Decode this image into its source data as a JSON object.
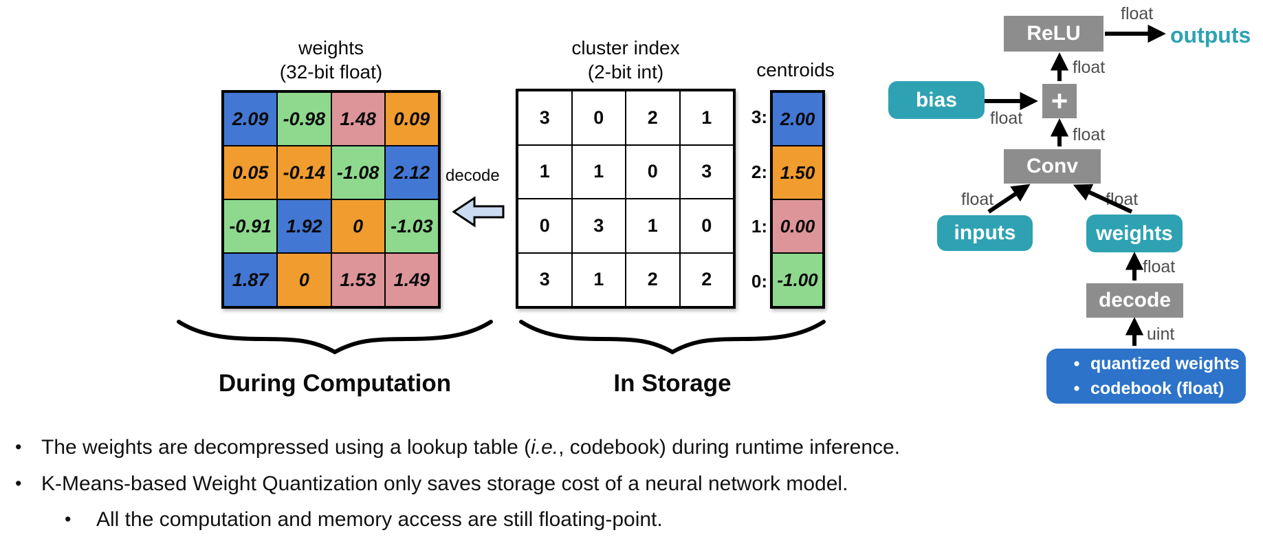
{
  "palette": {
    "blue": "#4377D4",
    "orange": "#F09C2F",
    "green": "#8ED98E",
    "pink": "#DD959A",
    "teal": "#2EA2B2",
    "gray": "#8D8D8D",
    "deep_blue": "#2C73C9",
    "arrow_fill": "#CBDCF2",
    "edge_label_gray": "#4d4d4d"
  },
  "weights_table": {
    "title": [
      "weights",
      "(32-bit float)"
    ],
    "rows": [
      [
        {
          "value": "2.09",
          "color": "blue"
        },
        {
          "value": "-0.98",
          "color": "green"
        },
        {
          "value": "1.48",
          "color": "pink"
        },
        {
          "value": "0.09",
          "color": "orange"
        }
      ],
      [
        {
          "value": "0.05",
          "color": "orange"
        },
        {
          "value": "-0.14",
          "color": "orange"
        },
        {
          "value": "-1.08",
          "color": "green"
        },
        {
          "value": "2.12",
          "color": "blue"
        }
      ],
      [
        {
          "value": "-0.91",
          "color": "green"
        },
        {
          "value": "1.92",
          "color": "blue"
        },
        {
          "value": "0",
          "color": "orange"
        },
        {
          "value": "-1.03",
          "color": "green"
        }
      ],
      [
        {
          "value": "1.87",
          "color": "blue"
        },
        {
          "value": "0",
          "color": "orange"
        },
        {
          "value": "1.53",
          "color": "pink"
        },
        {
          "value": "1.49",
          "color": "pink"
        }
      ]
    ]
  },
  "cluster_table": {
    "title": [
      "cluster index",
      "(2-bit int)"
    ],
    "rows": [
      [
        "3",
        "0",
        "2",
        "1"
      ],
      [
        "1",
        "1",
        "0",
        "3"
      ],
      [
        "0",
        "3",
        "1",
        "0"
      ],
      [
        "3",
        "1",
        "2",
        "2"
      ]
    ]
  },
  "centroids": {
    "title": "centroids",
    "rows": [
      {
        "index": "3:",
        "value": "2.00",
        "color": "blue"
      },
      {
        "index": "2:",
        "value": "1.50",
        "color": "orange"
      },
      {
        "index": "1:",
        "value": "0.00",
        "color": "pink"
      },
      {
        "index": "0:",
        "value": "-1.00",
        "color": "green"
      }
    ]
  },
  "decode_label": "decode",
  "section_labels": {
    "left": "During Computation",
    "right": "In Storage"
  },
  "flow": {
    "relu": "ReLU",
    "outputs": "outputs",
    "plus": "+",
    "bias": "bias",
    "conv": "Conv",
    "inputs": "inputs",
    "weights": "weights",
    "decode": "decode",
    "storage_box": [
      "quantized weights",
      "codebook (float)"
    ],
    "edge_labels": {
      "relu_outputs": "float",
      "plus_relu": "float",
      "bias_plus": "float",
      "conv_plus": "float",
      "inputs_conv": "float",
      "weights_conv": "float",
      "decode_weights": "float",
      "storage_decode": "uint"
    }
  },
  "bullets": [
    {
      "level": 1,
      "segments": [
        {
          "text": "The weights are decompressed using a lookup table ("
        },
        {
          "text": "i.e.",
          "italic": true
        },
        {
          "text": ", codebook) during runtime inference."
        }
      ]
    },
    {
      "level": 1,
      "segments": [
        {
          "text": "K-Means-based Weight Quantization only saves storage cost of a neural network model."
        }
      ]
    },
    {
      "level": 2,
      "segments": [
        {
          "text": "All the computation and memory access are still floating-point."
        }
      ]
    }
  ]
}
